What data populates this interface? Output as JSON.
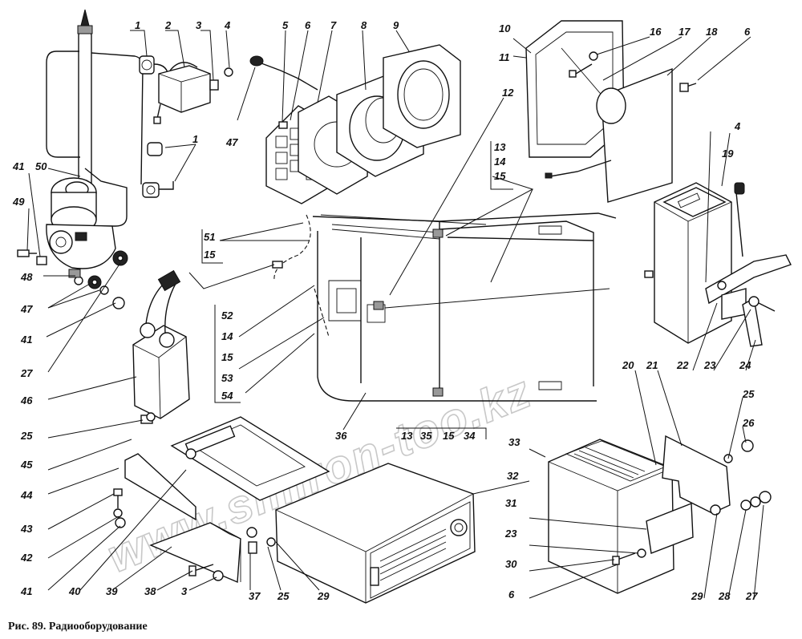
{
  "caption": "Рис. 89. Радиооборудование",
  "watermark": "www.simron-too.kz",
  "callouts": {
    "c1a": "1",
    "c2": "2",
    "c3a": "3",
    "c4a": "4",
    "c5": "5",
    "c6a": "6",
    "c7": "7",
    "c8": "8",
    "c9": "9",
    "c10": "10",
    "c11": "11",
    "c16": "16",
    "c17": "17",
    "c18": "18",
    "c6b": "6",
    "c12": "12",
    "c13a": "13",
    "c14a": "14",
    "c15a": "15",
    "c4b": "4",
    "c19": "19",
    "c1b": "1",
    "c47a": "47",
    "c50": "50",
    "c41a": "41",
    "c49": "49",
    "c48": "48",
    "c47b": "47",
    "c41b": "41",
    "c27a": "27",
    "c51": "51",
    "c15b": "15",
    "c52": "52",
    "c14b": "14",
    "c15c": "15",
    "c53": "53",
    "c54": "54",
    "c46": "46",
    "c25a": "25",
    "c45": "45",
    "c44": "44",
    "c43": "43",
    "c42": "42",
    "c41c": "41",
    "c40": "40",
    "c39": "39",
    "c38": "38",
    "c3b": "3",
    "c37": "37",
    "c25b": "25",
    "c29a": "29",
    "c36": "36",
    "c13b": "13",
    "c35": "35",
    "c15d": "15",
    "c34": "34",
    "c32": "32",
    "c33": "33",
    "c31": "31",
    "c23a": "23",
    "c30": "30",
    "c6c": "6",
    "c20": "20",
    "c21": "21",
    "c22": "22",
    "c23b": "23",
    "c24": "24",
    "c25c": "25",
    "c26": "26",
    "c29b": "29",
    "c28": "28",
    "c27b": "27"
  }
}
